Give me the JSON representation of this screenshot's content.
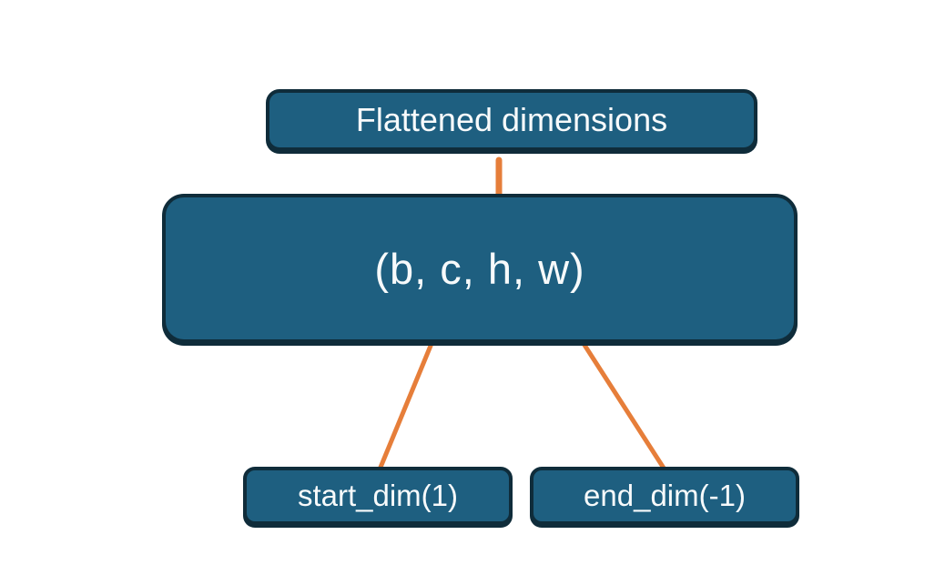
{
  "diagram": {
    "title_box": {
      "label": "Flattened dimensions"
    },
    "tensor_box": {
      "label": "(b, c, h, w)"
    },
    "start_dim_box": {
      "label": "start_dim(1)"
    },
    "end_dim_box": {
      "label": "end_dim(-1)"
    }
  },
  "colors": {
    "box_fill": "#1E5F80",
    "box_border": "#0F2C3A",
    "connector_orange": "#E67E3A",
    "text": "#F7FAFB",
    "background": "#FFFFFF"
  }
}
